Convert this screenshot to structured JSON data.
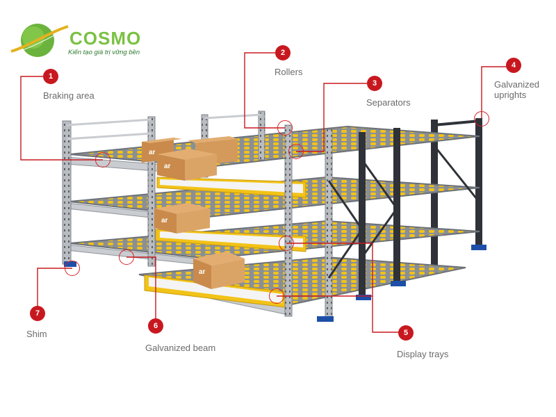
{
  "brand": {
    "name": "COSMO",
    "tagline": "Kiến tạo giá trị vững bền",
    "colors": {
      "green": "#7ac143",
      "dark_green": "#2f7a2f",
      "gold": "#e3b21f"
    }
  },
  "carton_brand": "ar",
  "callout_color": "#c8181f",
  "callouts": [
    {
      "number": "1",
      "label": "Braking area"
    },
    {
      "number": "2",
      "label": "Rollers"
    },
    {
      "number": "3",
      "label": "Separators"
    },
    {
      "number": "4",
      "label": "Galvanized\nuprights"
    },
    {
      "number": "5",
      "label": "Display trays"
    },
    {
      "number": "6",
      "label": "Galvanized beam"
    },
    {
      "number": "7",
      "label": "Shim"
    }
  ]
}
